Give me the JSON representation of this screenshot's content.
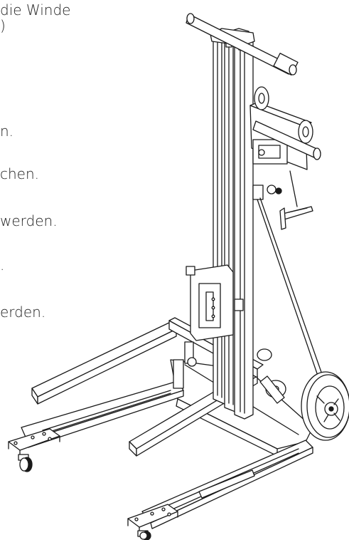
{
  "text_lines": [
    "die Winde",
    ")",
    "n.",
    "chen.",
    " werden.",
    ".",
    "erden."
  ]
}
